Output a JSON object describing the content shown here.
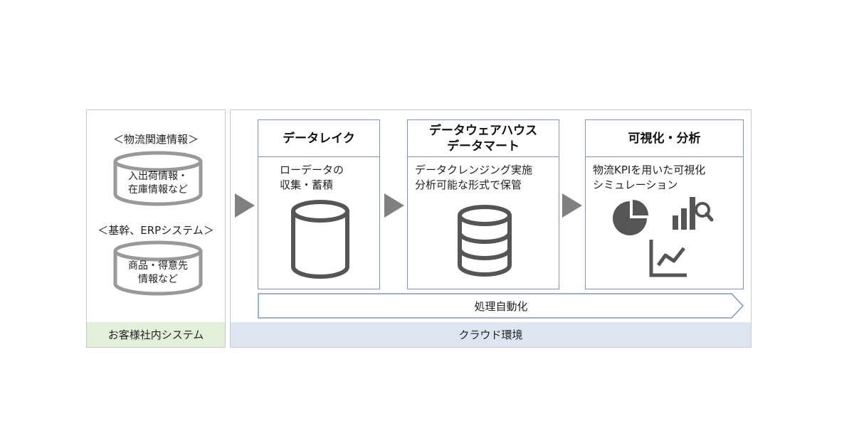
{
  "left_panel": {
    "group1_label": "＜物流関連情報＞",
    "db1_text": "入出荷情報・\n在庫情報など",
    "group2_label": "＜基幹、ERPシステム＞",
    "db2_text": "商品・得意先\n情報など",
    "footer": "お客様社内システム"
  },
  "right_panel": {
    "boxes": [
      {
        "title": "データレイク",
        "desc": "ローデータの\n収集・蓄積",
        "icon": "database-icon"
      },
      {
        "title": "データウェアハウス\nデータマート",
        "desc": "データクレンジング実施\n分析可能な形式で保管",
        "icon": "stacked-database-icon"
      },
      {
        "title": "可視化・分析",
        "desc": "物流KPIを用いた可視化\nシミュレーション",
        "icons": [
          "pie-chart-icon",
          "bar-chart-search-icon",
          "line-chart-icon"
        ]
      }
    ],
    "automation_label": "処理自動化",
    "footer": "クラウド環境"
  },
  "colors": {
    "left_footer_bg": "#e2efd9",
    "right_footer_bg": "#dce6f1",
    "box_border": "#7f95b8",
    "arrow": "#808080",
    "icon": "#555555"
  }
}
